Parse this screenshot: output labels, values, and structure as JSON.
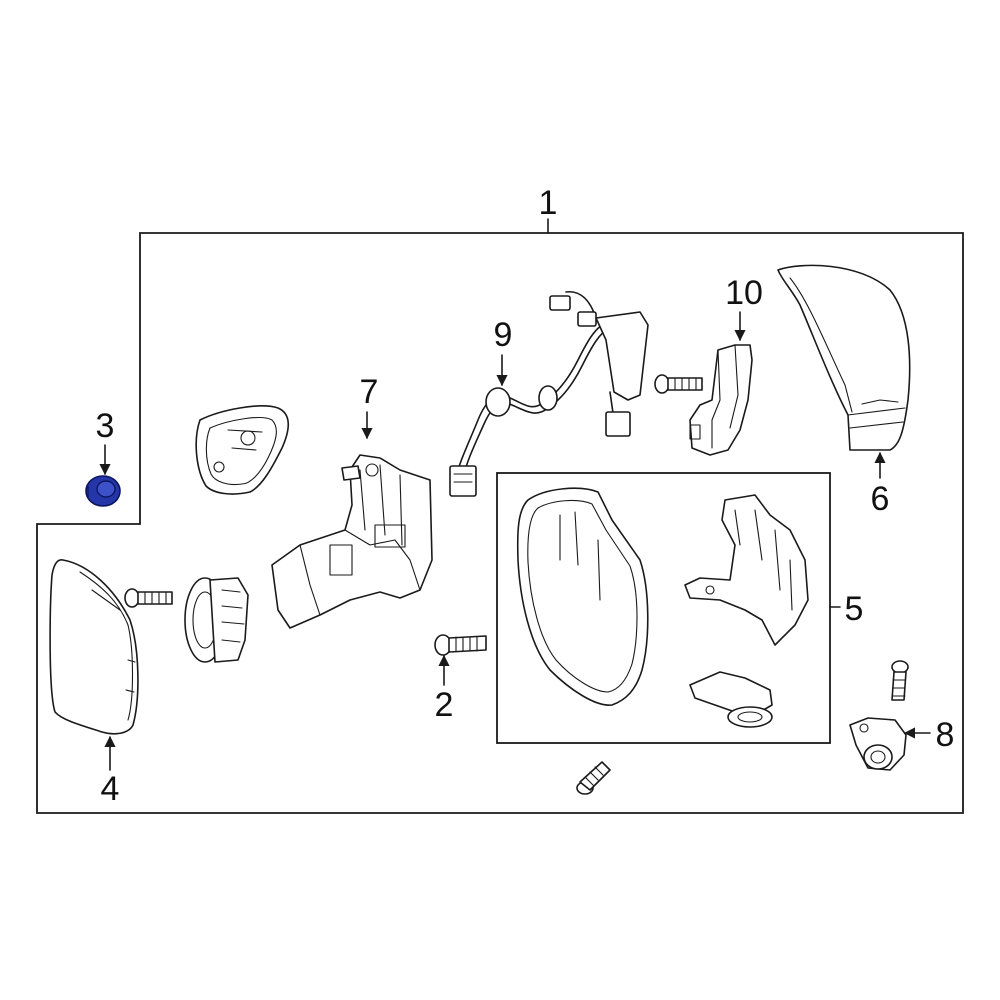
{
  "diagram": {
    "callouts": {
      "c1": "1",
      "c2": "2",
      "c3": "3",
      "c4": "4",
      "c5": "5",
      "c6": "6",
      "c7": "7",
      "c8": "8",
      "c9": "9",
      "c10": "10"
    },
    "highlight_color": "#2436a8",
    "line_color": "#1a1a1a"
  }
}
